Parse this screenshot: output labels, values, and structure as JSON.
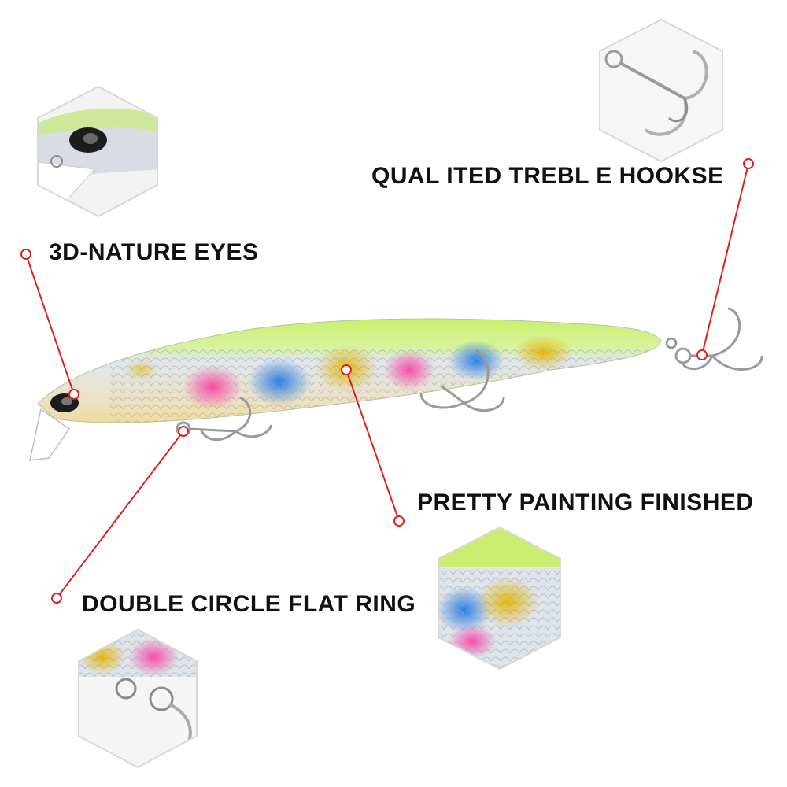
{
  "callouts": {
    "hooks": "QUAL ITED TREBL E HOOKSE",
    "eyes": "3D-NATURE EYES",
    "painting": "PRETTY PAINTING FINISHED",
    "ring": "DOUBLE CIRCLE FLAT RING"
  },
  "colors": {
    "leader_line": "#e0201e",
    "back": "#c8ee6e",
    "scale_blue": "#2f7fe0",
    "scale_pink": "#f04aa8",
    "scale_gold": "#e8c43a",
    "frame": "#d9d9d9"
  }
}
